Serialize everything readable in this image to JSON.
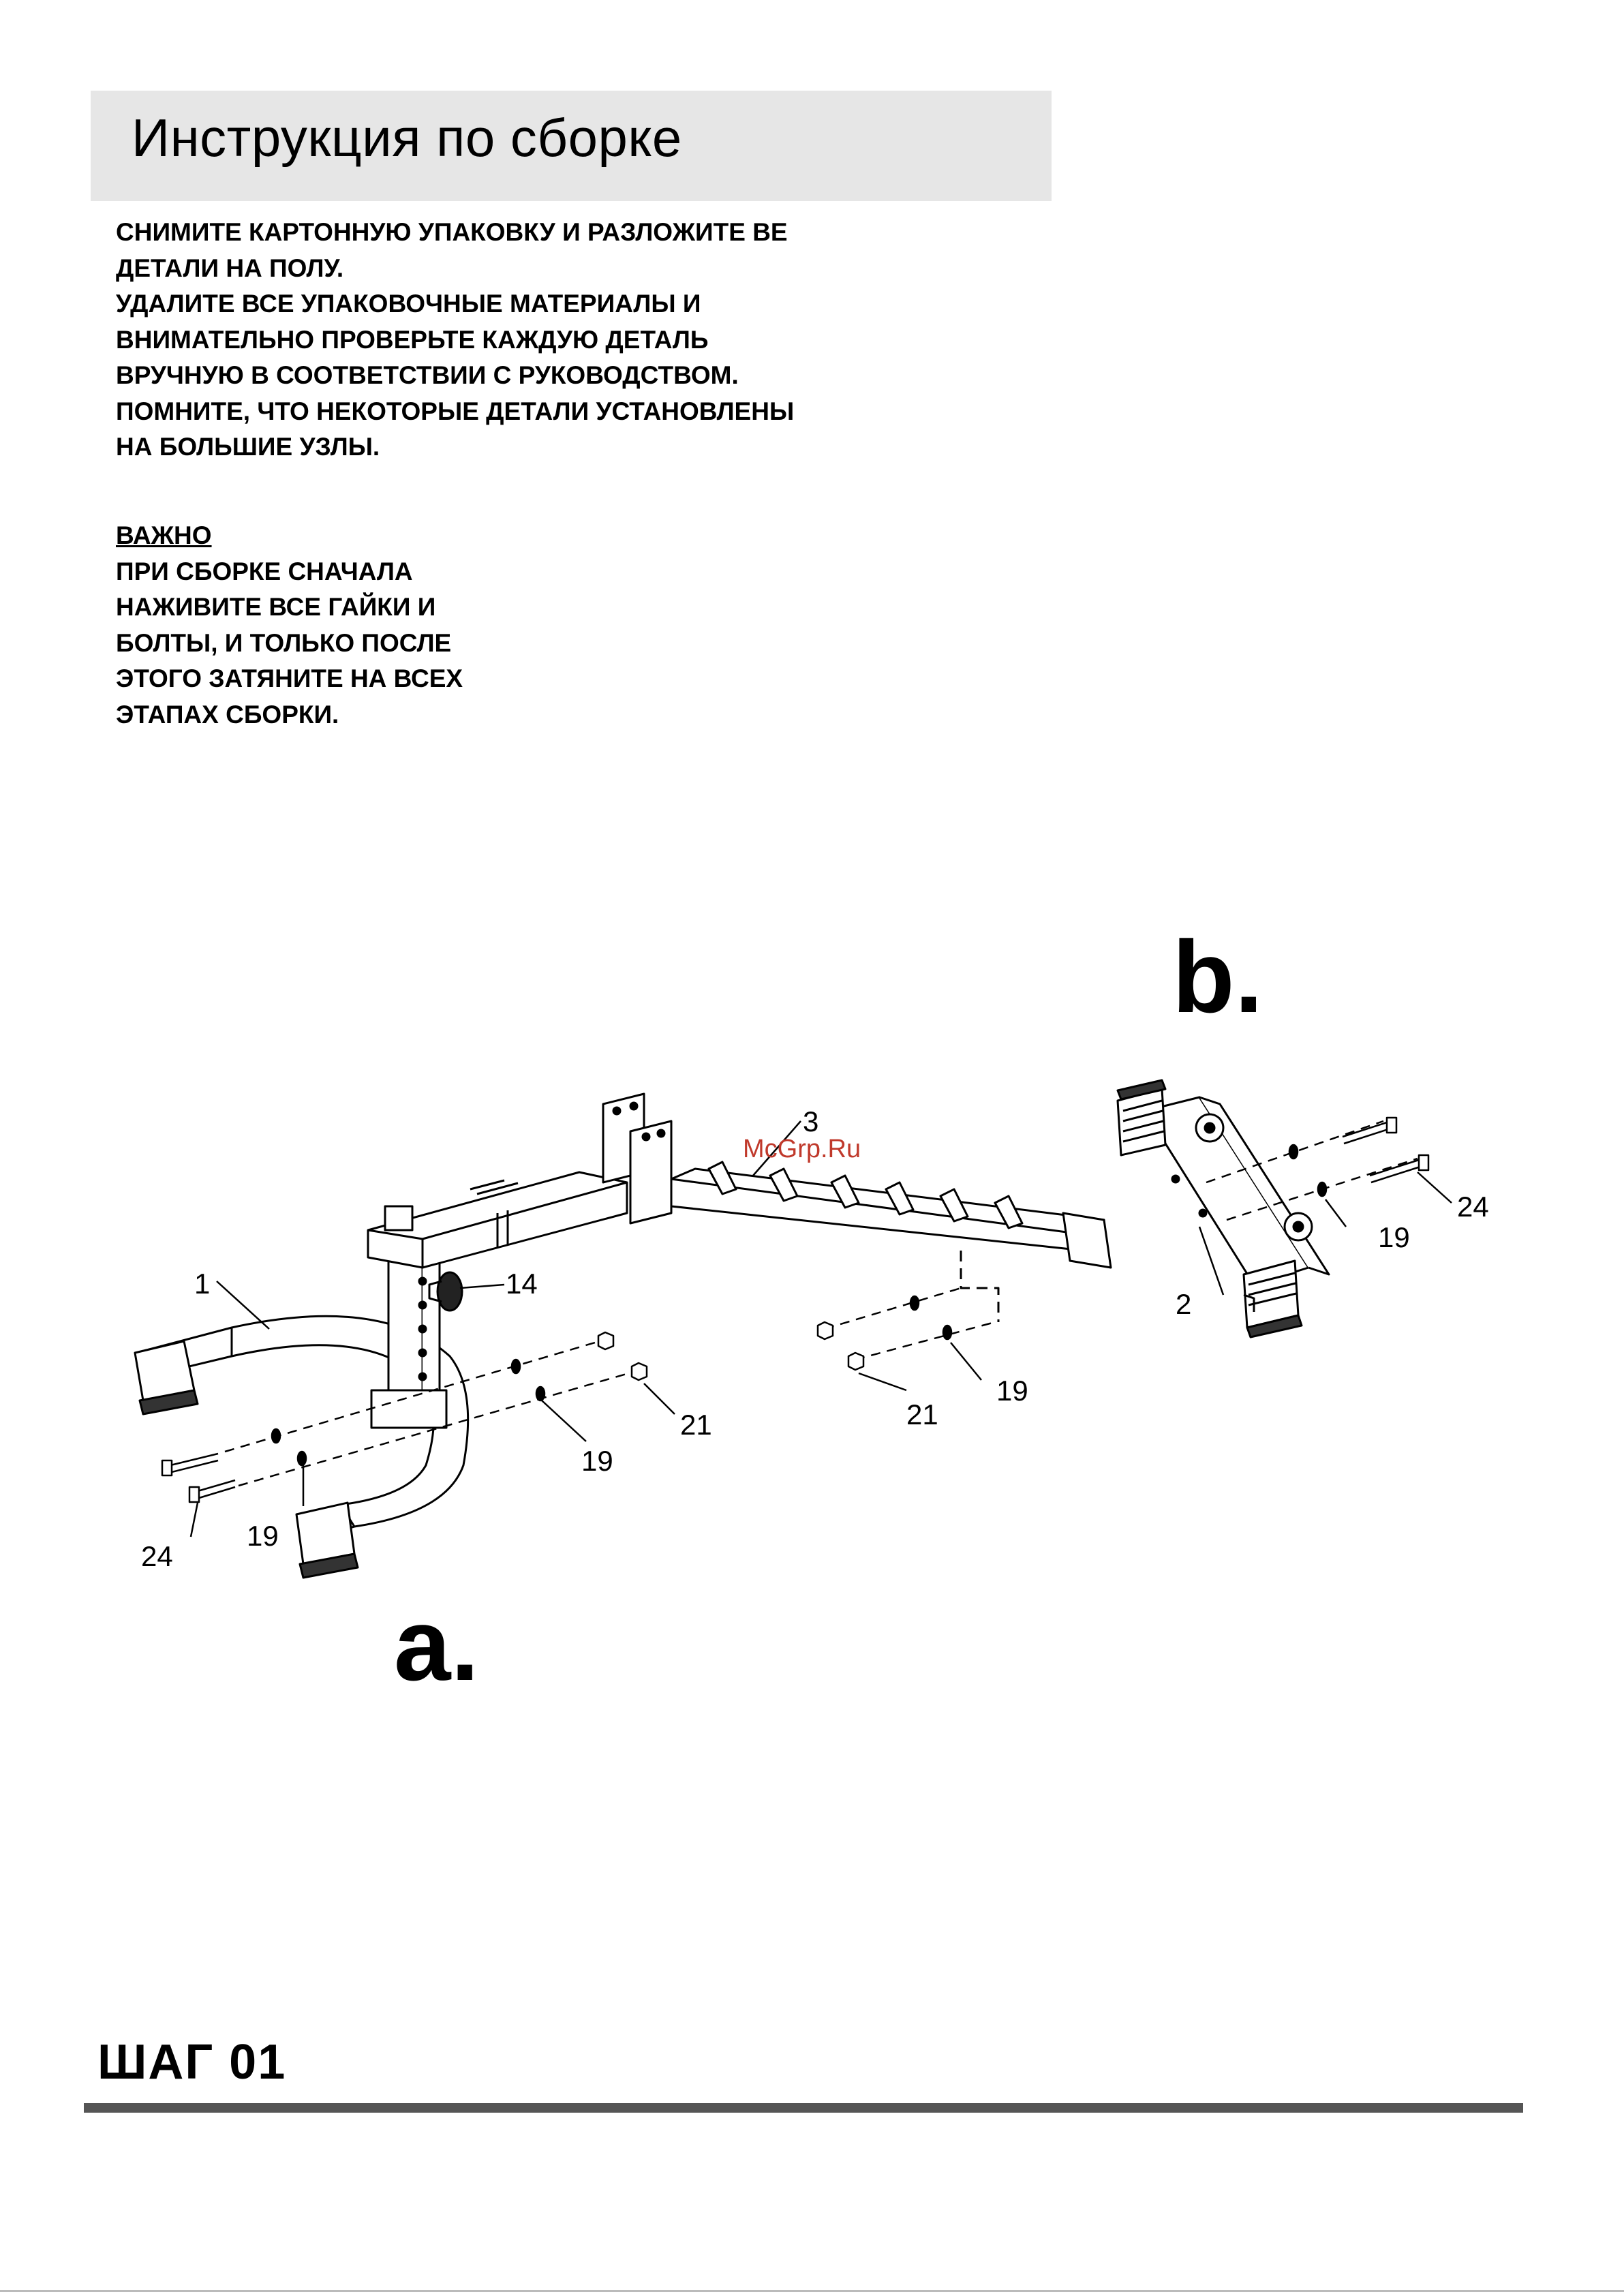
{
  "header": {
    "title": "Инструкция по сборке"
  },
  "intro": {
    "lines": [
      "СНИМИТЕ КАРТОННУЮ УПАКОВКУ И РАЗЛОЖИТЕ ВЕ",
      "ДЕТАЛИ НА ПОЛУ.",
      "УДАЛИТЕ ВСЕ УПАКОВОЧНЫЕ МАТЕРИАЛЫ И",
      "ВНИМАТЕЛЬНО ПРОВЕРЬТЕ КАЖДУЮ ДЕТАЛЬ",
      "ВРУЧНУЮ В СООТВЕТСТВИИ С РУКОВОДСТВОМ.",
      "ПОМНИТЕ, ЧТО НЕКОТОРЫЕ ДЕТАЛИ УСТАНОВЛЕНЫ",
      "НА БОЛЬШИЕ УЗЛЫ."
    ]
  },
  "important": {
    "heading": "ВАЖНО",
    "lines": [
      "ПРИ СБОРКЕ СНАЧАЛА",
      "НАЖИВИТЕ ВСЕ ГАЙКИ И",
      "БОЛТЫ, И ТОЛЬКО ПОСЛЕ",
      "ЭТОГО ЗАТЯНИТЕ  НА ВСЕХ",
      "ЭТАПАХ СБОРКИ."
    ]
  },
  "diagram": {
    "section_a": "a.",
    "section_b": "b.",
    "watermark": "McGrp.Ru",
    "part_labels": {
      "base": "1",
      "rear_leg": "2",
      "main_beam": "3",
      "knob": "14",
      "washer_left_upper": "19",
      "washer_left_lower": "19",
      "washer_mid": "19",
      "washer_right": "19",
      "nut_left": "21",
      "nut_mid": "21",
      "bolt_left": "24",
      "bolt_right": "24"
    }
  },
  "step": {
    "label": "ШАГ 01"
  },
  "colors": {
    "title_bar": "#e6e6e6",
    "rule": "#555555",
    "watermark": "#c0392b"
  }
}
